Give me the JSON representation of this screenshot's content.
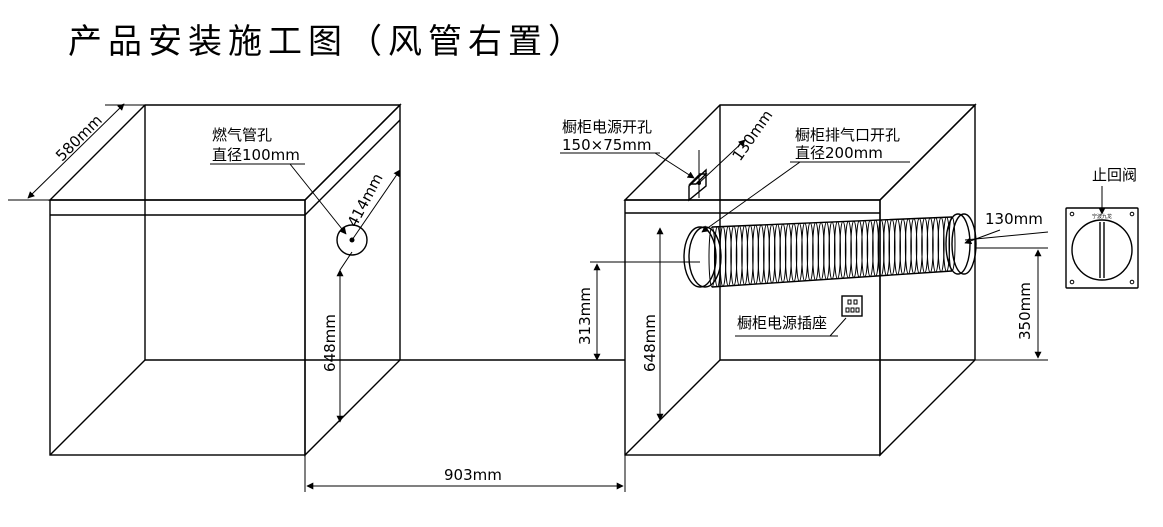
{
  "title": "产品安装施工图（风管右置）",
  "left_cabinet": {
    "depth": "580mm",
    "gas_hole_label_1": "燃气管孔",
    "gas_hole_label_2": "直径100mm",
    "gas_hole_offset": "414mm",
    "gas_hole_height": "648mm"
  },
  "gap_width": "903mm",
  "right_cabinet": {
    "power_hole_label_1": "橱柜电源开孔",
    "power_hole_label_2": "150×75mm",
    "power_hole_offset": "130mm",
    "exhaust_label_1": "橱柜排气口开孔",
    "exhaust_label_2": "直径200mm",
    "exhaust_height_outer": "313mm",
    "exhaust_height_inner": "648mm",
    "socket_label": "橱柜电源插座",
    "duct_offset": "130mm",
    "duct_height": "350mm"
  },
  "check_valve": {
    "label": "止回阀",
    "plate_text": "宁波九龙"
  }
}
